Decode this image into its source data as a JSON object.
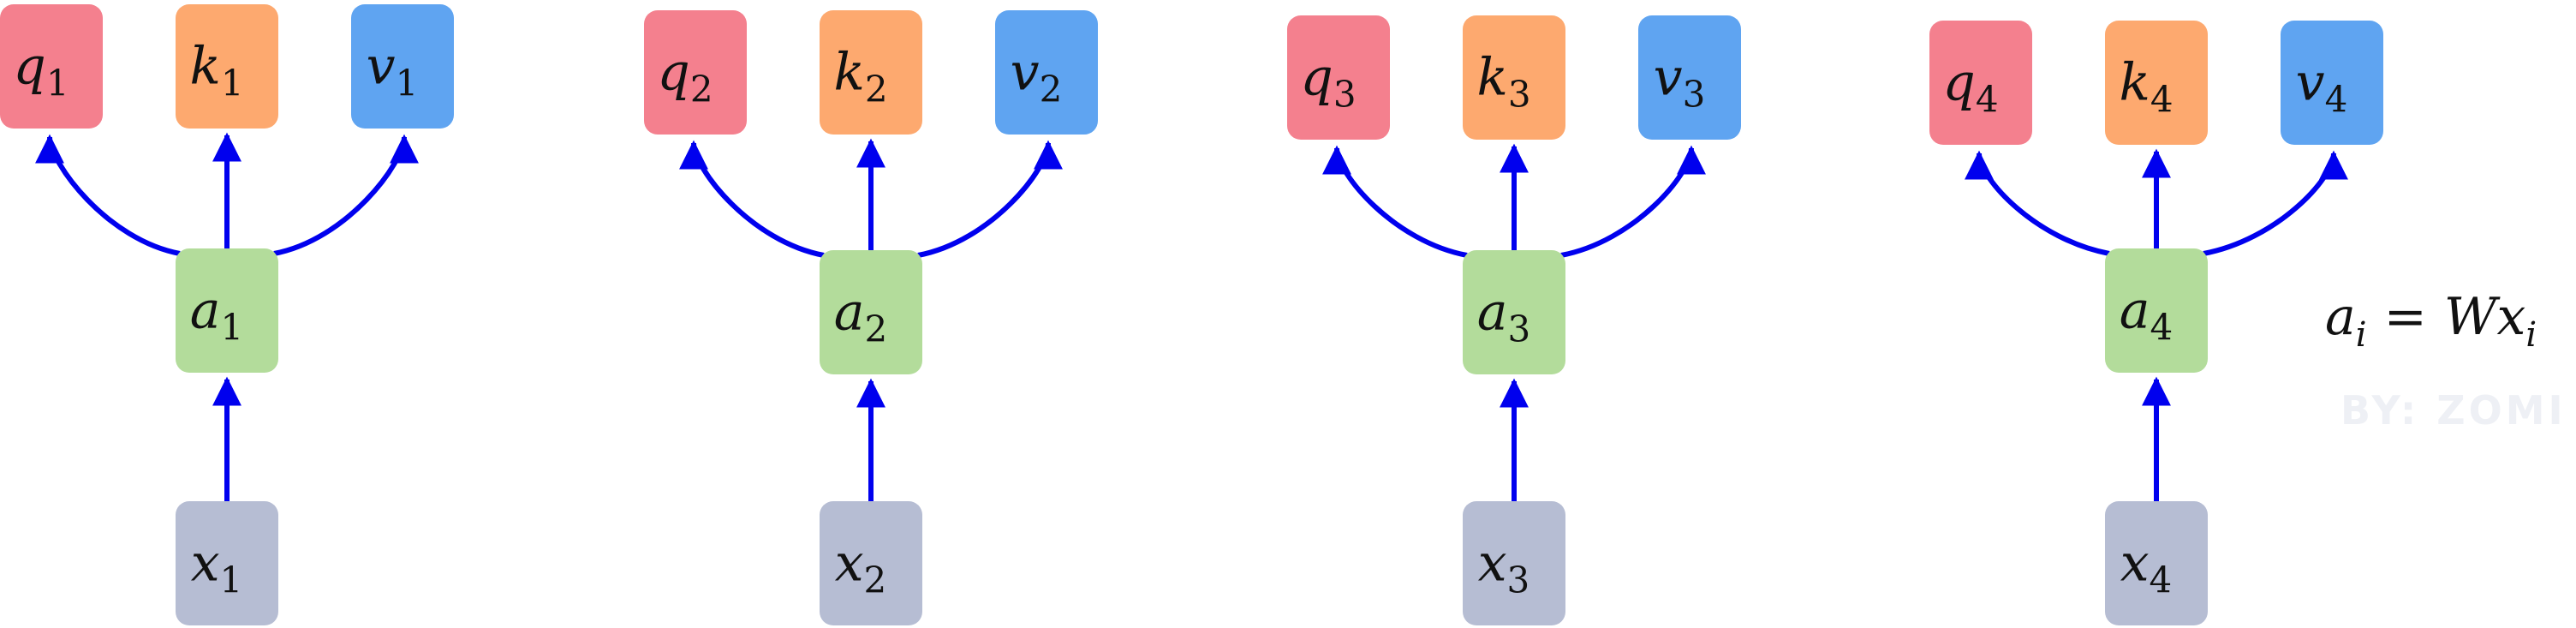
{
  "colors": {
    "query": "#f4808e",
    "key": "#fda96f",
    "value": "#5fa4f1",
    "hidden": "#b3dc9b",
    "input": "#b6bdd3",
    "arrow": "#0000ee"
  },
  "groups": [
    {
      "q": {
        "base": "q",
        "sub": "1"
      },
      "k": {
        "base": "k",
        "sub": "1"
      },
      "v": {
        "base": "v",
        "sub": "1"
      },
      "a": {
        "base": "a",
        "sub": "1"
      },
      "x": {
        "base": "x",
        "sub": "1"
      }
    },
    {
      "q": {
        "base": "q",
        "sub": "2"
      },
      "k": {
        "base": "k",
        "sub": "2"
      },
      "v": {
        "base": "v",
        "sub": "2"
      },
      "a": {
        "base": "a",
        "sub": "2"
      },
      "x": {
        "base": "x",
        "sub": "2"
      }
    },
    {
      "q": {
        "base": "q",
        "sub": "3"
      },
      "k": {
        "base": "k",
        "sub": "3"
      },
      "v": {
        "base": "v",
        "sub": "3"
      },
      "a": {
        "base": "a",
        "sub": "3"
      },
      "x": {
        "base": "x",
        "sub": "3"
      }
    },
    {
      "q": {
        "base": "q",
        "sub": "4"
      },
      "k": {
        "base": "k",
        "sub": "4"
      },
      "v": {
        "base": "v",
        "sub": "4"
      },
      "a": {
        "base": "a",
        "sub": "4"
      },
      "x": {
        "base": "x",
        "sub": "4"
      }
    }
  ],
  "formula": {
    "lhs_base": "a",
    "lhs_sub": "i",
    "equals": "=",
    "rhs_base": "Wx",
    "rhs_sub": "i"
  },
  "watermark": "BY: ZOMI"
}
